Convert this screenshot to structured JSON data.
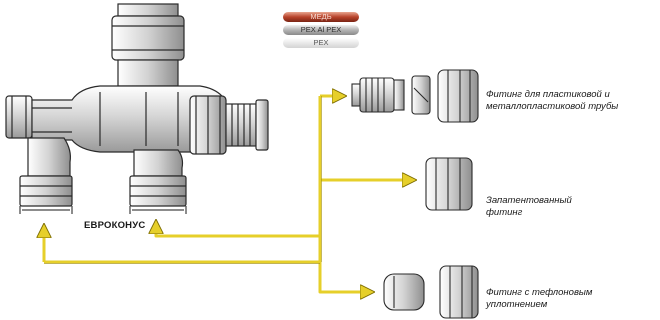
{
  "pipes": {
    "copper": "МЕДЬ",
    "pexal": "PEX Al PEX",
    "pex": "PEX"
  },
  "labels": {
    "eurocone": "ЕВРОКОНУС",
    "fitting1_line1": "Фитинг для пластиковой и",
    "fitting1_line2": "металлопластиковой трубы",
    "fitting2_line1": "Запатентованный",
    "fitting2_line2": "фитинг",
    "fitting3_line1": "Фитинг с тефлоновым",
    "fitting3_line2": "уплотнением"
  },
  "colors": {
    "arrow": "#e6cf2a",
    "metal": "#d9d9d9",
    "outline": "#2a2a2a",
    "copper_pipe": "#b8432b",
    "pexal_pipe": "#b4b4b4",
    "pex_pipe": "#e9e9e9"
  },
  "icons": [
    "valve-body-icon",
    "plastic-pipe-fitting-icon",
    "patented-fitting-icon",
    "teflon-seal-fitting-icon"
  ]
}
